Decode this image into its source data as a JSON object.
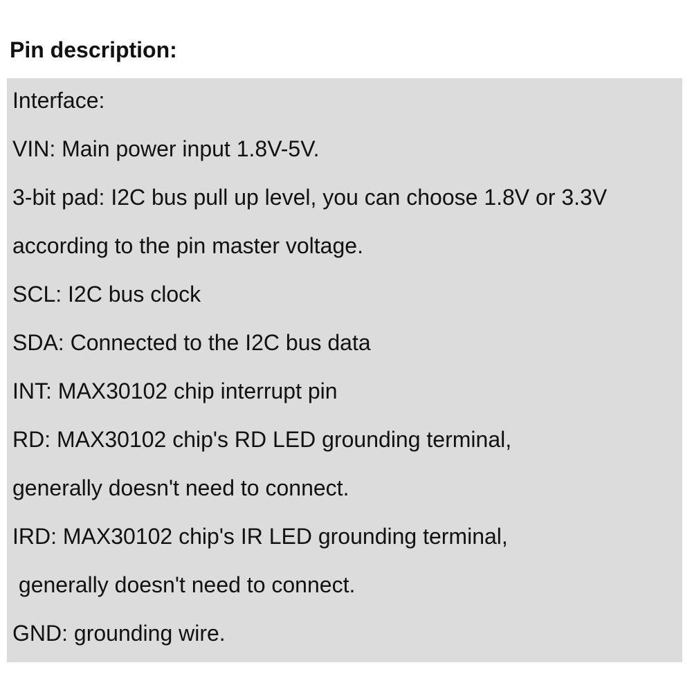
{
  "heading": "Pin description:",
  "panel": {
    "background_color": "#dcdcdc",
    "lines": [
      "Interface:",
      "VIN: Main power input 1.8V-5V.",
      "3-bit pad: I2C bus pull up level, you can choose 1.8V or 3.3V",
      "according to the pin master voltage.",
      "SCL: I2C bus clock",
      "SDA: Connected to the I2C bus data",
      "INT: MAX30102 chip interrupt pin",
      "RD: MAX30102 chip's RD LED grounding terminal,",
      "generally doesn't need to connect.",
      "IRD: MAX30102 chip's IR LED grounding terminal,",
      " generally doesn't need to connect.",
      "GND: grounding wire."
    ]
  }
}
